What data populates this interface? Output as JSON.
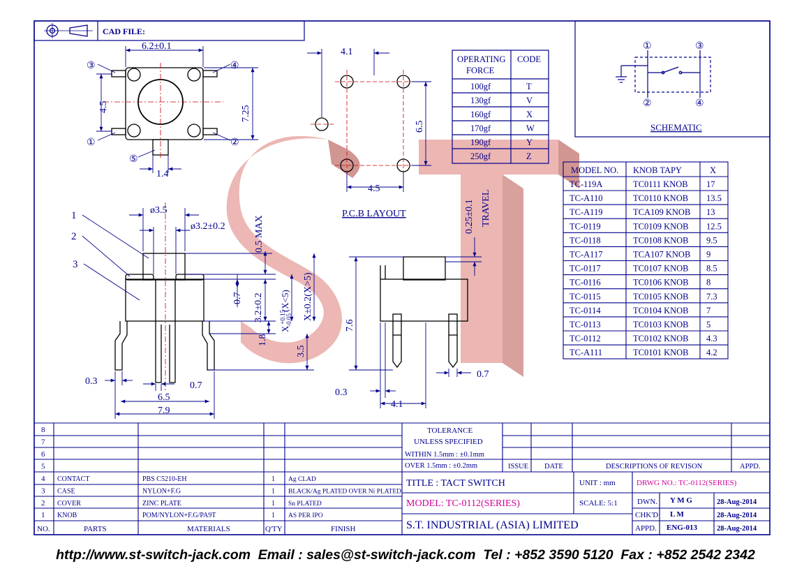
{
  "header": {
    "cad_file_label": "CAD FILE:"
  },
  "schematic": {
    "label": "SCHEMATIC",
    "pins": [
      "①",
      "②",
      "③",
      "④"
    ]
  },
  "operating_force_table": {
    "headers": [
      "OPERATING",
      "FORCE",
      "CODE"
    ],
    "rows": [
      {
        "force": "100gf",
        "code": "T"
      },
      {
        "force": "130gf",
        "code": "V"
      },
      {
        "force": "160gf",
        "code": "X"
      },
      {
        "force": "170gf",
        "code": "W"
      },
      {
        "force": "190gf",
        "code": "Y"
      },
      {
        "force": "250gf",
        "code": "Z"
      }
    ]
  },
  "model_table": {
    "headers": [
      "MODEL NO.",
      "KNOB TAPY",
      "X"
    ],
    "rows": [
      {
        "model": "TC-119A",
        "knob": "TC0111 KNOB",
        "x": "17"
      },
      {
        "model": "TC-A110",
        "knob": "TC0110 KNOB",
        "x": "13.5"
      },
      {
        "model": "TC-A119",
        "knob": "TCA109 KNOB",
        "x": "13"
      },
      {
        "model": "TC-0119",
        "knob": "TC0109 KNOB",
        "x": "12.5"
      },
      {
        "model": "TC-0118",
        "knob": "TC0108 KNOB",
        "x": "9.5"
      },
      {
        "model": "TC-A117",
        "knob": "TCA107 KNOB",
        "x": "9"
      },
      {
        "model": "TC-0117",
        "knob": "TC0107 KNOB",
        "x": "8.5"
      },
      {
        "model": "TC-0116",
        "knob": "TC0106 KNOB",
        "x": "8"
      },
      {
        "model": "TC-0115",
        "knob": "TC0105 KNOB",
        "x": "7.3"
      },
      {
        "model": "TC-0114",
        "knob": "TC0104 KNOB",
        "x": "7"
      },
      {
        "model": "TC-0113",
        "knob": "TC0103 KNOB",
        "x": "5"
      },
      {
        "model": "TC-0112",
        "knob": "TC0102 KNOB",
        "x": "4.3"
      },
      {
        "model": "TC-A111",
        "knob": "TC0101 KNOB",
        "x": "4.2"
      }
    ]
  },
  "top_view": {
    "dim_width": "6.2±0.1",
    "dim_height": "7.25",
    "dim_pitch": "4.5",
    "dim_tab": "1.4",
    "pins": [
      "①",
      "②",
      "③",
      "④",
      "⑤"
    ]
  },
  "pcb_layout": {
    "label": "P.C.B LAYOUT",
    "dim_top": "4.1",
    "dim_bottom": "4.5",
    "dim_side": "6.5"
  },
  "side_view": {
    "part_numbers": [
      "1",
      "2",
      "3"
    ],
    "dims": {
      "knob_dia": "ø3.5",
      "stem_dia": "ø3.2±0.2",
      "max_h": "0.5 MAX",
      "d07": "0.7",
      "d32": "3.2±0.2",
      "x_small": "X",
      "x_tol_up": "+0.15",
      "x_tol_down": "-0.05",
      "x_small_cond": "(X<5)",
      "x_large": "X±0.2(X>5)",
      "d18": "1.8",
      "d35": "3.5",
      "d03": "0.3",
      "d07b": "0.7",
      "d65": "6.5",
      "d79": "7.9"
    }
  },
  "right_view": {
    "travel": "0.25±0.1",
    "travel_label": "TRAVEL",
    "d76": "7.6",
    "d03": "0.3",
    "d07": "0.7",
    "d41": "4.1"
  },
  "watermark": {
    "text": "ST",
    "color": "#e8a7a3"
  },
  "parts_list": {
    "empty_rows": [
      "8",
      "7",
      "6",
      "5"
    ],
    "rows": [
      {
        "no": "4",
        "part": "CONTACT",
        "material": "PBS C5210-EH",
        "qty": "1",
        "finish": "Ag CLAD"
      },
      {
        "no": "3",
        "part": "CASE",
        "material": "NYLON+F.G",
        "qty": "1",
        "finish": "BLACK/Ag PLATED OVER Ni PLATED"
      },
      {
        "no": "2",
        "part": "COVER",
        "material": "ZINC PLATE",
        "qty": "1",
        "finish": "Sn PLATED"
      },
      {
        "no": "1",
        "part": "KNOB",
        "material": "POM/NYLON+F.G/PA9T",
        "qty": "1",
        "finish": "AS PER IPO"
      }
    ],
    "headers": {
      "no": "NO.",
      "parts": "PARTS",
      "materials": "MATERIALS",
      "qty": "Q'TY",
      "finish": "FINISH"
    }
  },
  "title_block": {
    "tolerance_title": "TOLERANCE",
    "tolerance_sub": "UNLESS   SPECIFIED",
    "within": "WITHIN  1.5mm : ±0.1mm",
    "over": "OVER   1.5mm : ±0.2mm",
    "issue": "ISSUE",
    "date": "DATE",
    "descriptions": "DESCRIPTIONS  OF  REVISON",
    "appd": "APPD.",
    "title": "TITLE : TACT SWITCH",
    "unit": "UNIT :   mm",
    "drwg_no": "DRWG NO.: TC-0112(SERIES)",
    "model": "MODEL: TC-0112(SERIES)",
    "scale": "SCALE:   5:1",
    "company": "S.T.  INDUSTRIAL  (ASIA)  LIMITED",
    "dwn_label": "DWN.",
    "dwn": "Y M G",
    "dwn_date": "28-Aug-2014",
    "chkd_label": "CHK'D",
    "chkd": "L M",
    "chkd_date": "28-Aug-2014",
    "appd_label": "APPD.",
    "appd_val": "ENG-013",
    "appd_date": "28-Aug-2014",
    "magenta": "#d0009a"
  },
  "footer": {
    "text": "http://www.st-switch-jack.com  Email : sales@st-switch-jack.com  Tel : +852 3590 5120  Fax : +852 2542 2342"
  }
}
